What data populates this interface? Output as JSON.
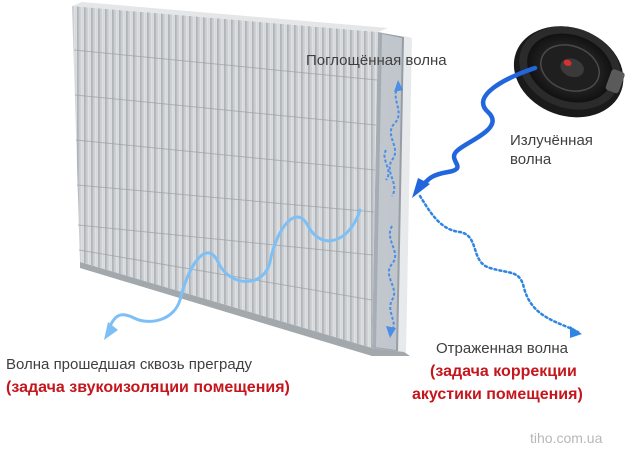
{
  "labels": {
    "absorbed": "Поглощённая волна",
    "emitted_line1": "Излучённая",
    "emitted_line2": "волна",
    "reflected": "Отраженная волна",
    "reflected_task_line1": "(задача коррекции",
    "reflected_task_line2": "акустики помещения)",
    "transmitted": "Волна прошедшая сквозь преграду",
    "transmitted_task": "(задача звукоизоляции помещения)"
  },
  "watermark": "tiho.com.ua",
  "icons": {
    "speaker": "loudspeaker-icon",
    "wall": "acoustic-panel-wall"
  },
  "colors": {
    "emitted_wave": "#2266dd",
    "absorbed_wave": "#4a8ee8",
    "reflected_wave": "#2f86e0",
    "transmitted_wave": "#7ec0f5",
    "task_text": "#c4161c",
    "label_text": "#3f3f3f",
    "watermark": "#b8b8b8"
  }
}
